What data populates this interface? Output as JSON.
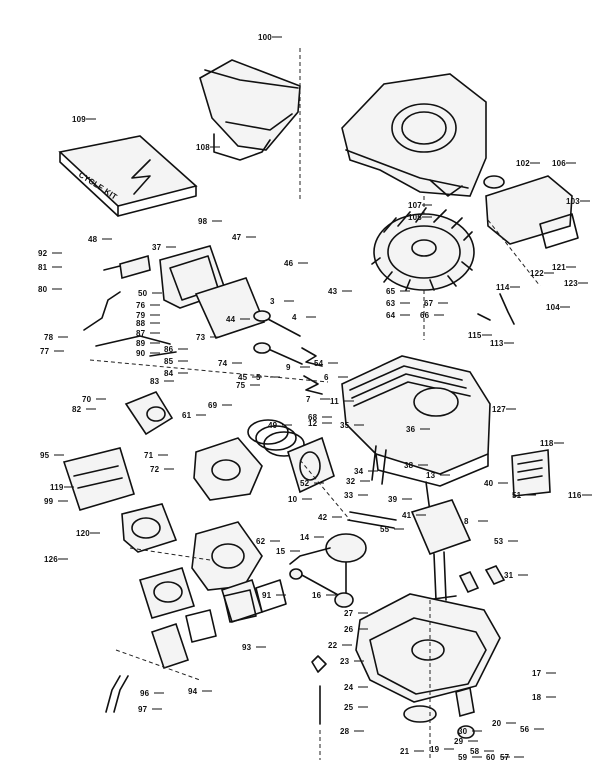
{
  "diagram": {
    "callouts": [
      "100",
      "108",
      "109",
      "98",
      "102",
      "106",
      "103",
      "107",
      "105",
      "92",
      "81",
      "80",
      "48",
      "37",
      "47",
      "50",
      "45",
      "46",
      "44",
      "43",
      "122",
      "121",
      "123",
      "114",
      "115",
      "113",
      "104",
      "116",
      "118",
      "78",
      "77",
      "76",
      "79",
      "83",
      "84",
      "85",
      "86",
      "87",
      "88",
      "89",
      "90",
      "82",
      "73",
      "74",
      "75",
      "72",
      "71",
      "63",
      "64",
      "65",
      "66",
      "67",
      "68",
      "69",
      "70",
      "61",
      "62",
      "91",
      "93",
      "94",
      "95",
      "96",
      "97",
      "99",
      "119",
      "120",
      "126",
      "127",
      "3",
      "4",
      "5",
      "6",
      "7",
      "8",
      "9",
      "10",
      "11",
      "12",
      "13",
      "14",
      "15",
      "16",
      "17",
      "18",
      "19",
      "20",
      "21",
      "22",
      "23",
      "24",
      "25",
      "26",
      "27",
      "28",
      "29",
      "30",
      "31",
      "32",
      "33",
      "34",
      "35",
      "36",
      "38",
      "39",
      "40",
      "41",
      "42",
      "49",
      "51",
      "52",
      "53",
      "54",
      "55",
      "56",
      "57",
      "58",
      "59",
      "60"
    ],
    "box_text": "CYCLE KIT"
  }
}
